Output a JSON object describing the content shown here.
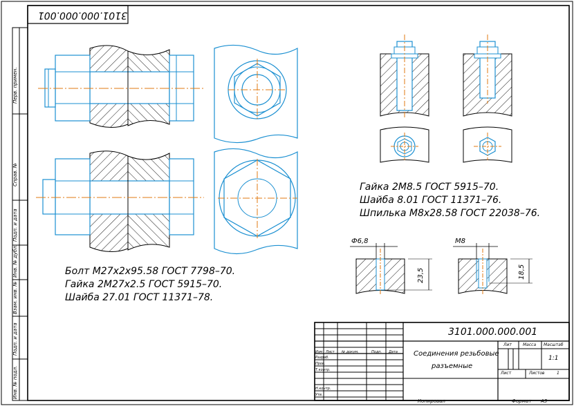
{
  "drawing": {
    "code_main": "3101.000.000.001",
    "code_top_mirrored": "3101.000.000.001",
    "title_line1": "Соединения резьбовые",
    "title_line2": "разъемные",
    "scale_value": "1:1",
    "sheet_value": "1",
    "copied_label": "Копировал",
    "format_label": "Формат",
    "format_value": "A3"
  },
  "notes_bolt": {
    "line1": "Болт М27х2х95.58 ГОСТ 7798–70.",
    "line2": "Гайка 2М27х2.5 ГОСТ 5915–70.",
    "line3": "Шайба 27.01 ГОСТ 11371–78."
  },
  "notes_stud": {
    "line1": "Гайка 2М8.5 ГОСТ 5915–70.",
    "line2": "Шайба 8.01 ГОСТ 11371–76.",
    "line3": "Шпилька М8х28.58 ГОСТ 22038–76."
  },
  "dims": {
    "hole_dia": "Ф6,8",
    "thread": "М8",
    "depth_hole": "23,5",
    "depth_thread": "18,5"
  },
  "title_block": {
    "lit": "Лит",
    "mass": "Масса",
    "scale": "Масштаб",
    "sheet": "Лист",
    "sheets": "Листов",
    "sheets_value": "1",
    "col_izm": "Изм",
    "col_list": "Лист",
    "col_doc": "№ докум.",
    "col_sign": "Подп.",
    "col_date": "Дата",
    "row_razrab": "Разраб.",
    "row_prov": "Пров.",
    "row_tkontr": "Т.контр.",
    "row_nkontr": "Н.контр.",
    "row_utv": "Утв."
  },
  "left_strip": {
    "perv_primen": "Перв. примен.",
    "sprav": "Справ. №",
    "podp_data_1": "Подп. и дата",
    "inv_dubl": "Инв. № дубл.",
    "vzam_inv": "Взам. инв. №",
    "podp_data_2": "Подп. и дата",
    "inv_podl": "Инв. № подл."
  },
  "colors": {
    "outline": "#1a8fd1",
    "axis": "#e07a10",
    "frame": "#000000"
  }
}
